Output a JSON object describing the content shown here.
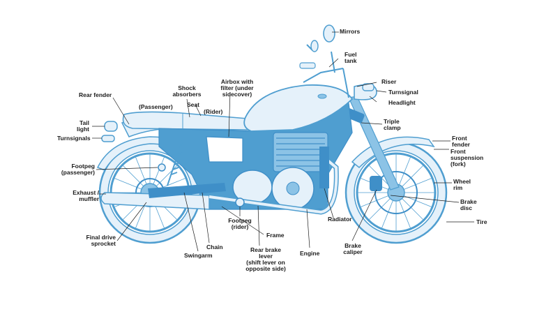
{
  "colors": {
    "outline": "#4f9ed0",
    "fill_light": "#e5f1fa",
    "fill_mid": "#8cc3e6",
    "fill_dark": "#3f8fc8",
    "leader": "#1c1c1c",
    "text": "#1c1c1c"
  },
  "labels": {
    "mirrors": "Mirrors",
    "fuel_tank": "Fuel\ntank",
    "riser": "Riser",
    "turnsignal_front": "Turnsignal",
    "headlight": "Headlight",
    "triple_clamp": "Triple\nclamp",
    "front_fender": "Front\nfender",
    "front_suspension": "Front\nsuspension\n(fork)",
    "wheel_rim": "Wheel\nrim",
    "brake_disc": "Brake\ndisc",
    "tire": "Tire",
    "rear_fender": "Rear fender",
    "shock_absorbers": "Shock\nabsorbers",
    "airbox": "Airbox with\nfilter (under\nsidecover)",
    "seat": "Seat",
    "seat_passenger": "(Passenger)",
    "seat_rider": "(Rider)",
    "tail_light": "Tail\nlight",
    "turnsignals_rear": "Turnsignals",
    "footpeg_passenger": "Footpeg\n(passenger)",
    "exhaust": "Exhaust /\nmuffler",
    "final_drive": "Final drive\nsprocket",
    "chain": "Chain",
    "swingarm": "Swingarm",
    "footpeg_rider": "Footpeg\n(rider)",
    "rear_brake": "Rear brake\nlever\n(shift lever on\nopposite side)",
    "frame": "Frame",
    "engine": "Engine",
    "radiator": "Radiator",
    "brake_caliper": "Brake\ncaliper"
  }
}
